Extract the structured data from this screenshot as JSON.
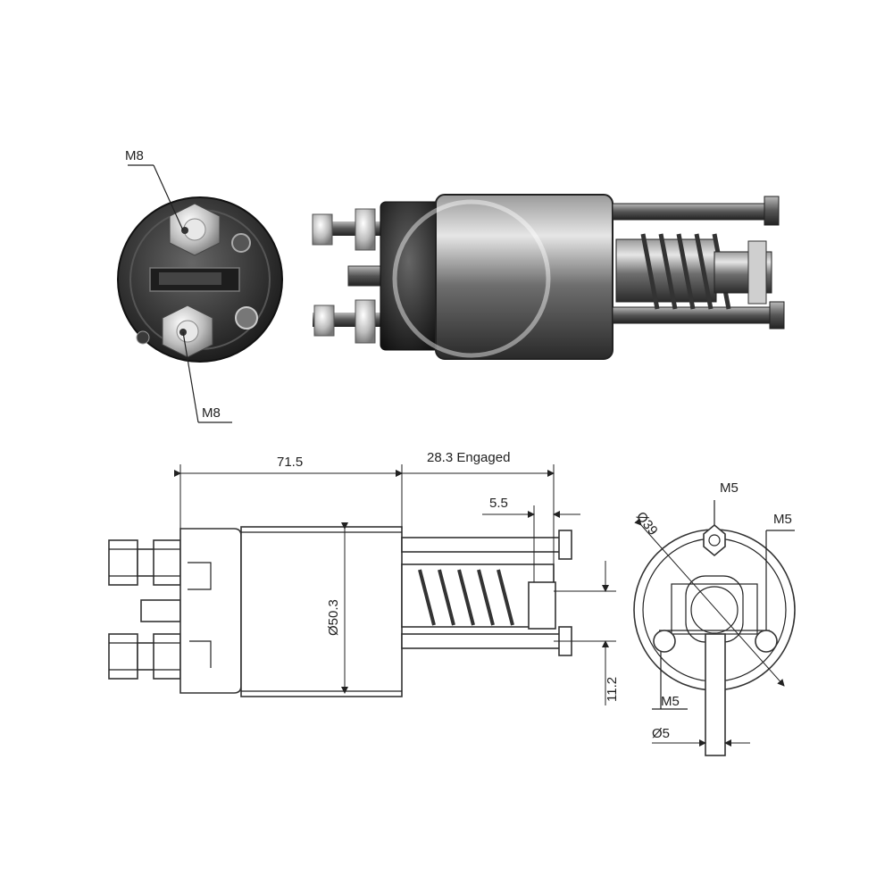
{
  "photo_views": {
    "terminal_top_label": "M8",
    "terminal_bottom_label": "M8"
  },
  "drawing": {
    "length_body": "71.5",
    "length_engaged": "28.3 Engaged",
    "plunger_gap": "5.5",
    "body_diameter": "Ø50.3",
    "rod_spacing": "11.2"
  },
  "end_view": {
    "circle_diameter": "Ø39",
    "thread_top": "M5",
    "thread_right": "M5",
    "thread_left": "M5",
    "shaft_diameter": "Ø5"
  }
}
